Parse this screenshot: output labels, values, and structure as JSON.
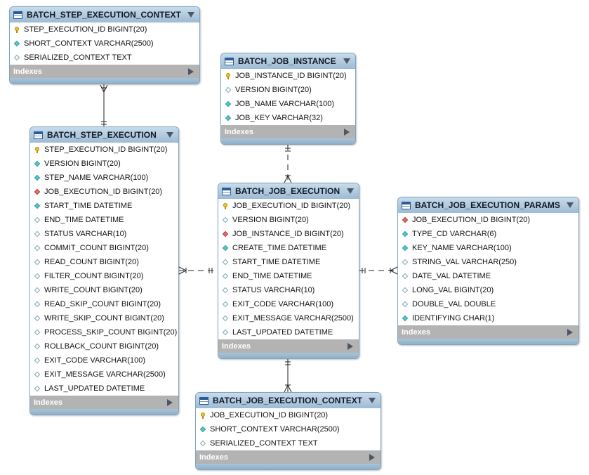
{
  "tables": {
    "step_ctx": {
      "name": "BATCH_STEP_EXECUTION_CONTEXT",
      "columns": [
        {
          "text": "STEP_EXECUTION_ID BIGINT(20)",
          "icon": "key"
        },
        {
          "text": "SHORT_CONTEXT VARCHAR(2500)",
          "icon": "teal"
        },
        {
          "text": "SERIALIZED_CONTEXT TEXT",
          "icon": "hollow"
        }
      ],
      "indexes": "Indexes"
    },
    "job_instance": {
      "name": "BATCH_JOB_INSTANCE",
      "columns": [
        {
          "text": "JOB_INSTANCE_ID BIGINT(20)",
          "icon": "key"
        },
        {
          "text": "VERSION BIGINT(20)",
          "icon": "hollow"
        },
        {
          "text": "JOB_NAME VARCHAR(100)",
          "icon": "teal"
        },
        {
          "text": "JOB_KEY VARCHAR(32)",
          "icon": "teal"
        }
      ],
      "indexes": "Indexes"
    },
    "step_exec": {
      "name": "BATCH_STEP_EXECUTION",
      "columns": [
        {
          "text": "STEP_EXECUTION_ID BIGINT(20)",
          "icon": "key"
        },
        {
          "text": "VERSION BIGINT(20)",
          "icon": "teal"
        },
        {
          "text": "STEP_NAME VARCHAR(100)",
          "icon": "teal"
        },
        {
          "text": "JOB_EXECUTION_ID BIGINT(20)",
          "icon": "red"
        },
        {
          "text": "START_TIME DATETIME",
          "icon": "teal"
        },
        {
          "text": "END_TIME DATETIME",
          "icon": "hollow"
        },
        {
          "text": "STATUS VARCHAR(10)",
          "icon": "hollow"
        },
        {
          "text": "COMMIT_COUNT BIGINT(20)",
          "icon": "hollow"
        },
        {
          "text": "READ_COUNT BIGINT(20)",
          "icon": "hollow"
        },
        {
          "text": "FILTER_COUNT BIGINT(20)",
          "icon": "hollow"
        },
        {
          "text": "WRITE_COUNT BIGINT(20)",
          "icon": "hollow"
        },
        {
          "text": "READ_SKIP_COUNT BIGINT(20)",
          "icon": "hollow"
        },
        {
          "text": "WRITE_SKIP_COUNT BIGINT(20)",
          "icon": "hollow"
        },
        {
          "text": "PROCESS_SKIP_COUNT BIGINT(20)",
          "icon": "hollow"
        },
        {
          "text": "ROLLBACK_COUNT BIGINT(20)",
          "icon": "hollow"
        },
        {
          "text": "EXIT_CODE VARCHAR(100)",
          "icon": "hollow"
        },
        {
          "text": "EXIT_MESSAGE VARCHAR(2500)",
          "icon": "hollow"
        },
        {
          "text": "LAST_UPDATED DATETIME",
          "icon": "hollow"
        }
      ],
      "indexes": "Indexes"
    },
    "job_exec": {
      "name": "BATCH_JOB_EXECUTION",
      "columns": [
        {
          "text": "JOB_EXECUTION_ID BIGINT(20)",
          "icon": "key"
        },
        {
          "text": "VERSION BIGINT(20)",
          "icon": "hollow"
        },
        {
          "text": "JOB_INSTANCE_ID BIGINT(20)",
          "icon": "red"
        },
        {
          "text": "CREATE_TIME DATETIME",
          "icon": "teal"
        },
        {
          "text": "START_TIME DATETIME",
          "icon": "hollow"
        },
        {
          "text": "END_TIME DATETIME",
          "icon": "hollow"
        },
        {
          "text": "STATUS VARCHAR(10)",
          "icon": "hollow"
        },
        {
          "text": "EXIT_CODE VARCHAR(100)",
          "icon": "hollow"
        },
        {
          "text": "EXIT_MESSAGE VARCHAR(2500)",
          "icon": "hollow"
        },
        {
          "text": "LAST_UPDATED DATETIME",
          "icon": "hollow"
        }
      ],
      "indexes": "Indexes"
    },
    "job_params": {
      "name": "BATCH_JOB_EXECUTION_PARAMS",
      "columns": [
        {
          "text": "JOB_EXECUTION_ID BIGINT(20)",
          "icon": "red"
        },
        {
          "text": "TYPE_CD VARCHAR(6)",
          "icon": "teal"
        },
        {
          "text": "KEY_NAME VARCHAR(100)",
          "icon": "teal"
        },
        {
          "text": "STRING_VAL VARCHAR(250)",
          "icon": "hollow"
        },
        {
          "text": "DATE_VAL DATETIME",
          "icon": "hollow"
        },
        {
          "text": "LONG_VAL BIGINT(20)",
          "icon": "hollow"
        },
        {
          "text": "DOUBLE_VAL DOUBLE",
          "icon": "hollow"
        },
        {
          "text": "IDENTIFYING CHAR(1)",
          "icon": "teal"
        }
      ],
      "indexes": "Indexes"
    },
    "job_ctx": {
      "name": "BATCH_JOB_EXECUTION_CONTEXT",
      "columns": [
        {
          "text": "JOB_EXECUTION_ID BIGINT(20)",
          "icon": "key"
        },
        {
          "text": "SHORT_CONTEXT VARCHAR(2500)",
          "icon": "teal"
        },
        {
          "text": "SERIALIZED_CONTEXT TEXT",
          "icon": "hollow"
        }
      ],
      "indexes": "Indexes"
    }
  },
  "relationships": [
    {
      "from": "step_ctx",
      "to": "step_exec",
      "style": "solid"
    },
    {
      "from": "job_instance",
      "to": "job_exec",
      "style": "dashed"
    },
    {
      "from": "job_exec",
      "to": "step_exec",
      "style": "dashed"
    },
    {
      "from": "job_exec",
      "to": "job_params",
      "style": "dashed"
    },
    {
      "from": "job_exec",
      "to": "job_ctx",
      "style": "solid"
    }
  ],
  "colors": {
    "header": "#9dbbd3",
    "border": "#7fa3bf",
    "key": "#f2c31d",
    "fk": "#e46d6d",
    "column": "#54c6c8",
    "indexes_bar": "#b3b3b3"
  }
}
